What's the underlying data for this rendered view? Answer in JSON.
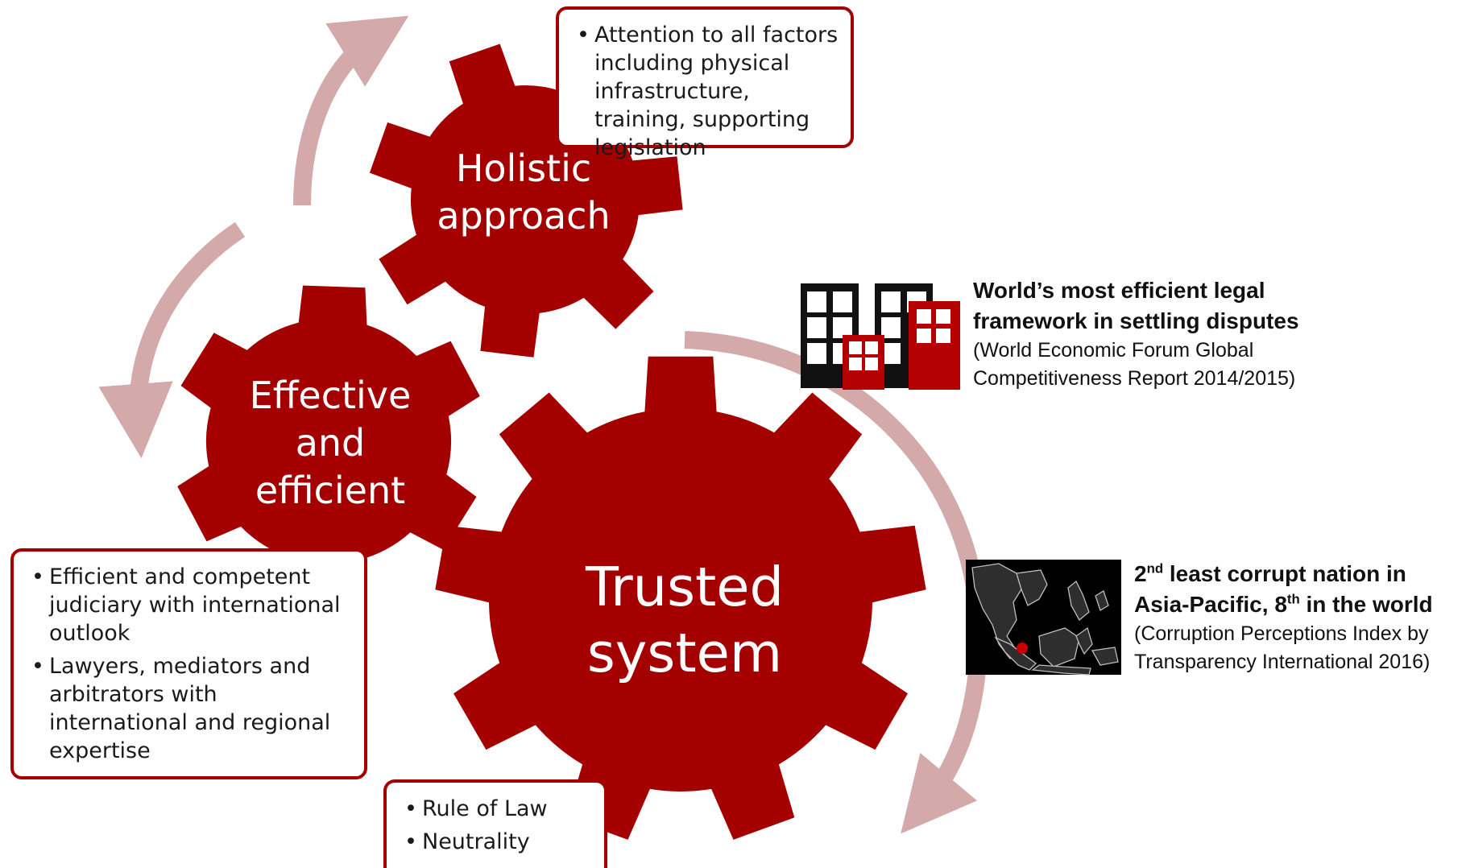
{
  "gears": {
    "holistic": "Holistic\napproach",
    "effective": "Effective\nand\nefficient",
    "trusted": "Trusted\nsystem"
  },
  "boxes": {
    "holistic": [
      "Attention to all factors including physical infrastructure, training, supporting legislation"
    ],
    "effective": [
      "Efficient and competent judiciary with international outlook",
      "Lawyers, mediators and arbitrators with international and regional expertise"
    ],
    "trusted": [
      "Rule of Law",
      "Neutrality"
    ]
  },
  "facts": {
    "legal": {
      "headline": "World’s most efficient legal framework in settling disputes",
      "source": "(World Economic Forum Global Competitiveness Report 2014/2015)",
      "icon": "office-buildings-icon"
    },
    "corruption": {
      "rank1": "2",
      "rank1_suffix": "nd",
      "headline_a": " least corrupt nation in Asia-Pacific, ",
      "rank2": "8",
      "rank2_suffix": "th",
      "headline_b": " in the world",
      "source": "(Corruption Perceptions Index by Transparency International 2016)",
      "icon": "southeast-asia-map-icon"
    }
  },
  "colors": {
    "gear": "#a50000",
    "arrow": "#d4a9a9",
    "box_border": "#a50000",
    "building_black": "#111111",
    "building_red": "#b50000",
    "map_bg": "#000000"
  }
}
